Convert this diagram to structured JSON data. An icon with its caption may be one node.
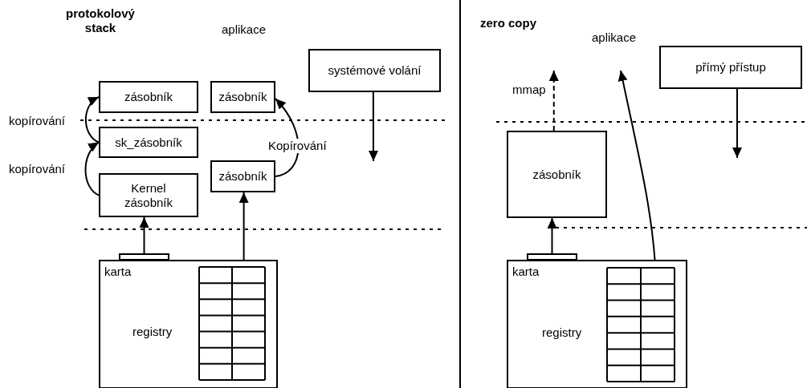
{
  "diagram": {
    "nodes": [
      {
        "text": [
          "zásobník"
        ]
      },
      {
        "text": [
          "sk_zásobník"
        ]
      },
      {
        "text": [
          "Kernel zásobník"
        ]
      },
      {
        "text": [
          "zásobník"
        ]
      },
      {
        "text": [
          "zásobník"
        ]
      },
      {
        "text": [
          "systémové volání"
        ]
      },
      {
        "text": [
          "karta"
        ]
      },
      {
        "text": [],
        "shape": "box"
      },
      {
        "text": [
          "zásobník"
        ]
      },
      {
        "text": [
          "přímý přístup"
        ]
      },
      {
        "text": [
          "karta"
        ]
      },
      {
        "text": [],
        "shape": "box"
      }
    ],
    "edges": [
      {
        "from": 1,
        "to": 0,
        "arrow": "to",
        "label": "kopírování"
      },
      {
        "from": 2,
        "to": 1,
        "arrow": "to",
        "label": "kopírování"
      },
      {
        "from": 4,
        "to": 3,
        "arrow": "to",
        "label": "Kopírování"
      },
      {
        "from": 5,
        "to": null,
        "arrow": "to"
      },
      {
        "from": 7,
        "to": 2,
        "arrow": "to"
      },
      {
        "from": 6,
        "to": 4,
        "arrow": "to"
      },
      {
        "from": 8,
        "to": null,
        "arrow": "to",
        "style": "dashed",
        "label": "mmap"
      },
      {
        "from": 11,
        "to": 8,
        "arrow": "to"
      },
      {
        "from": 10,
        "to": null,
        "arrow": "to"
      },
      {
        "from": 9,
        "to": null,
        "arrow": "to"
      }
    ],
    "labels": [
      "protokolový stack",
      "aplikace",
      "zero copy",
      "aplikace",
      "registry",
      "registry"
    ]
  }
}
